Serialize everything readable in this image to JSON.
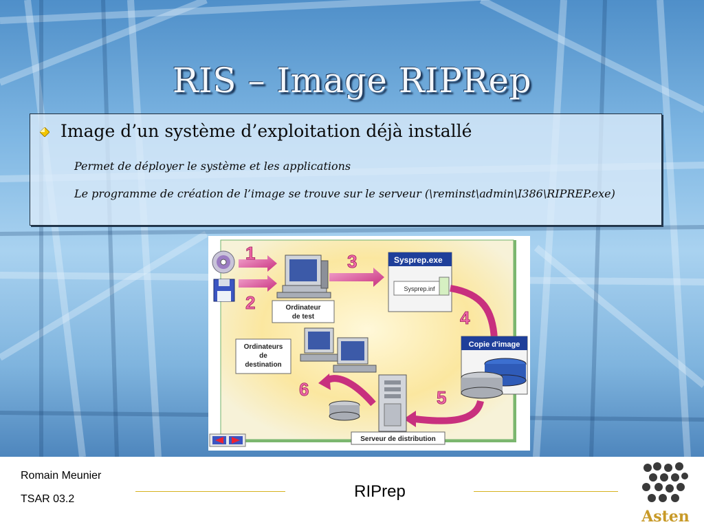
{
  "slide": {
    "title": "RIS – Image RIPRep",
    "bullet": "Image d’un système d’exploitation déjà installé",
    "sub_points": [
      "Permet de déployer le système et les applications",
      "Le programme de création de l’image se trouve sur le serveur (\\reminst\\admin\\I386\\RIPREP.exe)"
    ]
  },
  "diagram": {
    "steps": [
      "1",
      "2",
      "3",
      "4",
      "5",
      "6"
    ],
    "labels": {
      "test_pc": "Ordinateur de test",
      "test_pc_line1": "Ordinateur",
      "test_pc_line2": "de test",
      "dest_pcs_line1": "Ordinateurs",
      "dest_pcs_line2": "de",
      "dest_pcs_line3": "destination",
      "sysprep_exe": "Sysprep.exe",
      "sysprep_inf": "Sysprep.inf",
      "image_copy": "Copie d'image",
      "server": "Serveur de distribution"
    },
    "icons": [
      "cd-icon",
      "floppy-icon",
      "monitor-icon",
      "server-icon",
      "disk-icon",
      "arrow-icon"
    ]
  },
  "footer": {
    "author": "Romain Meunier",
    "course": "TSAR 03.2",
    "center_label": "RIPrep",
    "logo_text": "Asten"
  },
  "colors": {
    "title": "#f4f7fb",
    "accent_magenta": "#c8307e",
    "label_blue": "#1f3f9a",
    "footer_line": "#d6b21e"
  }
}
